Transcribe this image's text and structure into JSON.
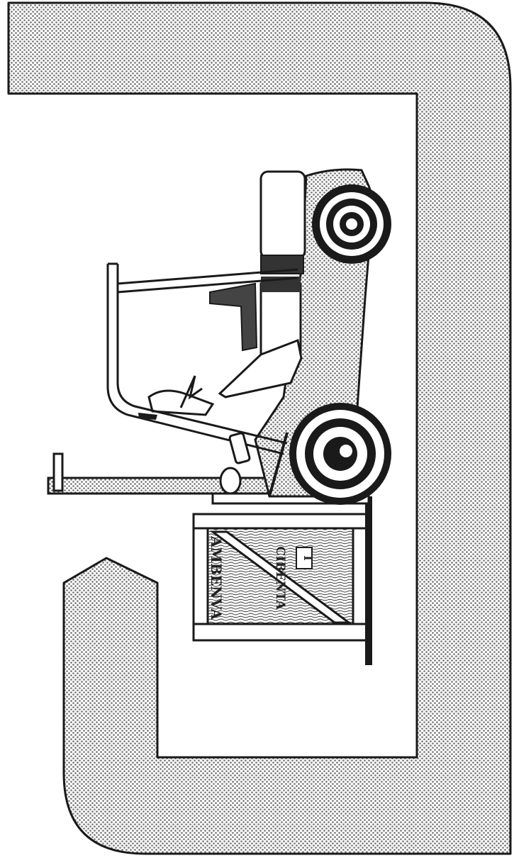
{
  "colors": {
    "ink": "#1a1a1a",
    "paper": "#ffffff",
    "stipple": "#9a9a9a",
    "shadow": "#444444"
  },
  "crate": {
    "stencil_left": "AMBENVA",
    "stencil_right": "CIBENTA",
    "tag": "Ⅰ"
  }
}
